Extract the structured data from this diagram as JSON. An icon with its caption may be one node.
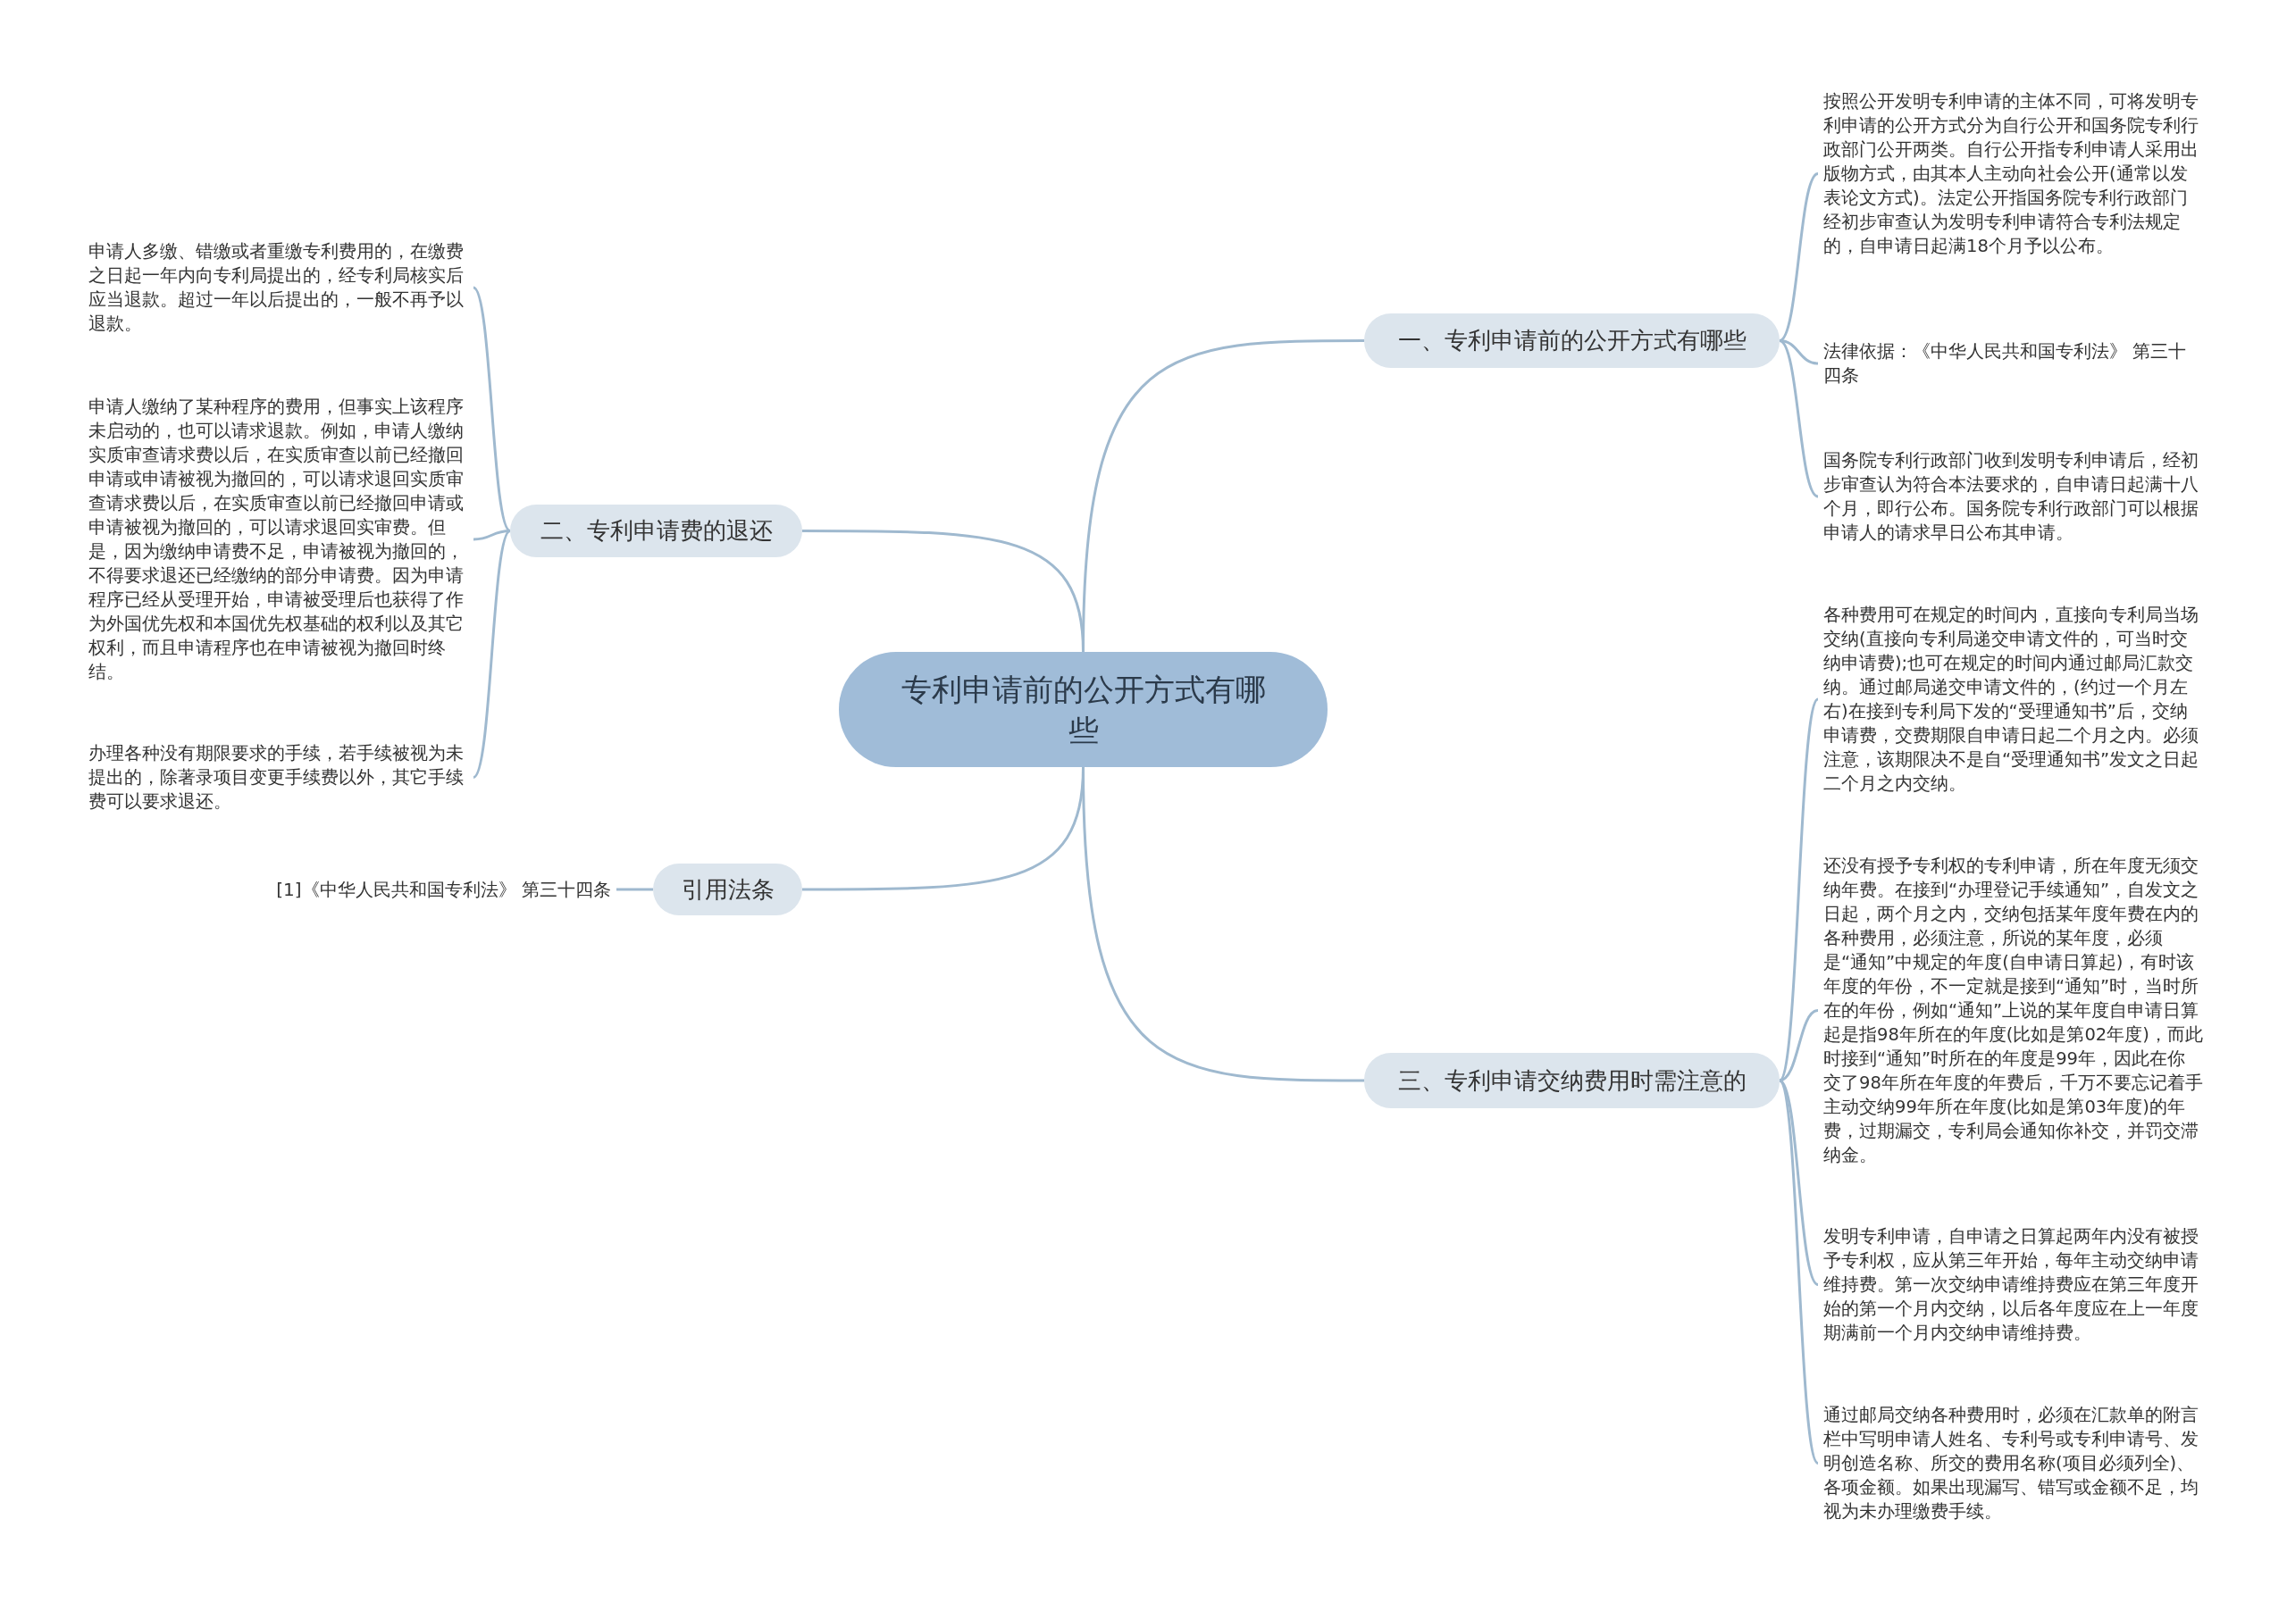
{
  "diagram": {
    "nodes": [
      {
        "text": [
          "专利申请前的公开方式有哪些"
        ]
      },
      {
        "text": [
          "一、专利申请前的公开方式有哪些"
        ]
      },
      {
        "text": [
          "按照公开发明专利申请的主体不同，可将发明专利申请的公开方式分为自行公开和国务院专利行政部门公开两类。自行公开指专利申请人采用出版物方式，由其本人主动向社会公开(通常以发表论文方式)。法定公开指国务院专利行政部门经初步审查认为发明专利申请符合专利法规定的，自申请日起满18个月予以公布。"
        ]
      },
      {
        "text": [
          "法律依据：《中华人民共和国专利法》 第三十四条"
        ]
      },
      {
        "text": [
          "国务院专利行政部门收到发明专利申请后，经初步审查认为符合本法要求的，自申请日起满十八个月，即行公布。国务院专利行政部门可以根据申请人的请求早日公布其申请。"
        ]
      },
      {
        "text": [
          "二、专利申请费的退还"
        ]
      },
      {
        "text": [
          "申请人多缴、错缴或者重缴专利费用的，在缴费之日起一年内向专利局提出的，经专利局核实后应当退款。超过一年以后提出的，一般不再予以退款。"
        ]
      },
      {
        "text": [
          "申请人缴纳了某种程序的费用，但事实上该程序未启动的，也可以请求退款。例如，申请人缴纳实质审查请求费以后，在实质审查以前已经撤回申请或申请被视为撤回的，可以请求退回实质审查请求费以后，在实质审查以前已经撤回申请或申请被视为撤回的，可以请求退回实审费。但是，因为缴纳申请费不足，申请被视为撤回的，不得要求退还已经缴纳的部分申请费。因为申请程序已经从受理开始，申请被受理后也获得了作为外国优先权和本国优先权基础的权利以及其它权利，而且申请程序也在申请被视为撤回时终结。"
        ]
      },
      {
        "text": [
          "办理各种没有期限要求的手续，若手续被视为未提出的，除著录项目变更手续费以外，其它手续费可以要求退还。"
        ]
      },
      {
        "text": [
          "引用法条"
        ]
      },
      {
        "text": [
          "[1]《中华人民共和国专利法》 第三十四条"
        ]
      },
      {
        "text": [
          "三、专利申请交纳费用时需注意的"
        ]
      },
      {
        "text": [
          "各种费用可在规定的时间内，直接向专利局当场交纳(直接向专利局递交申请文件的，可当时交纳申请费);也可在规定的时间内通过邮局汇款交纳。通过邮局递交申请文件的，(约过一个月左右)在接到专利局下发的“受理通知书”后，交纳申请费，交费期限自申请日起二个月之内。必须注意，该期限决不是自“受理通知书”发文之日起二个月之内交纳。"
        ]
      },
      {
        "text": [
          "还没有授予专利权的专利申请，所在年度无须交纳年费。在接到“办理登记手续通知”，自发文之日起，两个月之内，交纳包括某年度年费在内的各种费用，必须注意，所说的某年度，必须是“通知”中规定的年度(自申请日算起)，有时该年度的年份，不一定就是接到“通知”时，当时所在的年份，例如“通知”上说的某年度自申请日算起是指98年所在的年度(比如是第02年度)，而此时接到“通知”时所在的年度是99年，因此在你交了98年所在年度的年费后，千万不要忘记着手主动交纳99年所在年度(比如是第03年度)的年费，过期漏交，专利局会通知你补交，并罚交滞纳金。"
        ]
      },
      {
        "text": [
          "发明专利申请，自申请之日算起两年内没有被授予专利权，应从第三年开始，每年主动交纳申请维持费。第一次交纳申请维持费应在第三年度开始的第一个月内交纳，以后各年度应在上一年度期满前一个月内交纳申请维持费。"
        ]
      },
      {
        "text": [
          "通过邮局交纳各种费用时，必须在汇款单的附言栏中写明申请人姓名、专利号或专利申请号、发明创造名称、所交的费用名称(项目必须列全)、各项金额。如果出现漏写、错写或金额不足，均视为未办理缴费手续。"
        ]
      }
    ],
    "edges": [
      {
        "from": 0,
        "to": 1,
        "arrow": "none"
      },
      {
        "from": 1,
        "to": 2,
        "arrow": "none"
      },
      {
        "from": 1,
        "to": 3,
        "arrow": "none"
      },
      {
        "from": 1,
        "to": 4,
        "arrow": "none"
      },
      {
        "from": 0,
        "to": 5,
        "arrow": "none"
      },
      {
        "from": 5,
        "to": 6,
        "arrow": "none"
      },
      {
        "from": 5,
        "to": 7,
        "arrow": "none"
      },
      {
        "from": 5,
        "to": 8,
        "arrow": "none"
      },
      {
        "from": 0,
        "to": 9,
        "arrow": "none"
      },
      {
        "from": 9,
        "to": 10,
        "arrow": "none"
      },
      {
        "from": 0,
        "to": 11,
        "arrow": "none"
      },
      {
        "from": 11,
        "to": 12,
        "arrow": "none"
      },
      {
        "from": 11,
        "to": 13,
        "arrow": "none"
      },
      {
        "from": 11,
        "to": 14,
        "arrow": "none"
      },
      {
        "from": 11,
        "to": 15,
        "arrow": "none"
      }
    ]
  }
}
